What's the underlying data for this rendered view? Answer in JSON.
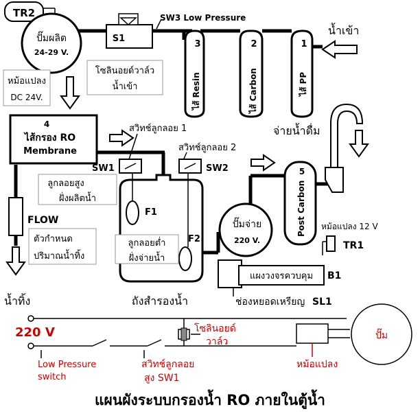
{
  "labels": {
    "tr2": "TR2",
    "pump_main": "ปั๊มผลิต",
    "pump_voltage": "24-29 V.",
    "s1": "S1",
    "sw3": "SW3 Low Pressure",
    "filter3_num": "3",
    "filter2_num": "2",
    "filter1_num": "1",
    "filter3_name": "ไส้ Resin",
    "filter2_name": "ไส้ Carbon",
    "filter1_name": "ไส้ PP",
    "water_in": "น้ำเข้า",
    "solenoid_in_1": "โซลินอยด์วาล์ว",
    "solenoid_in_2": "น้ำเข้า",
    "adapter_left_1": "หม้อแปลง",
    "adapter_left_2": "DC 24V.",
    "ro_num": "4",
    "ro_name_1": "ไส้กรอง RO",
    "ro_name_2": "Membrane",
    "float_switch_1": "สวิทช์ลูกลอย 1",
    "float_switch_2": "สวิทช์ลูกลอย 2",
    "drinking_out": "จ่ายน้ำดื่ม",
    "sw1": "SW1",
    "sw2": "SW2",
    "float_high_1": "ลูกลอยสูง",
    "float_high_2": "ฝั่งผลิตน้ำ",
    "f1": "F1",
    "f2": "F2",
    "float_low_1": "ลูกลอยต่ำ",
    "float_low_2": "ฝั่งจ่ายน้ำ",
    "tank": "ถังสำรองน้ำ",
    "flow": "FLOW",
    "flow_desc_1": "ตัวกำหนด",
    "flow_desc_2": "ปริมาณน้ำทิ้ง",
    "waste_out": "น้ำทิ้ง",
    "post_carbon_num": "5",
    "post_carbon": "Post Carbon",
    "pump_out": "ปั๊มจ่าย",
    "pump_out_voltage": "220 V.",
    "adapter_right": "หม้อแปลง 12 V",
    "tr1": "TR1",
    "control_board": "แผงวงจรควบคุม",
    "b1": "B1",
    "coin_slot": "ช่องหยอดเหรียญ",
    "sl1": "SL1",
    "voltage": "220 V",
    "solenoid_2": "โซลินอยด์",
    "solenoid_valve": "วาล์ว",
    "pump_wire": "ปั๊ม",
    "low_pressure_1": "Low Pressure",
    "low_pressure_2": "switch",
    "float_high_sw_1": "สวิทช์ลูกลอย",
    "float_high_sw_2": "สูง SW1",
    "transformer": "หม้อแปลง",
    "title": "แผนผังระบบกรองน้ำ RO ภายในตู้น้ำ"
  },
  "colors": {
    "line": "#000000",
    "accent_red": "#d00000",
    "label_border": "#999999"
  }
}
